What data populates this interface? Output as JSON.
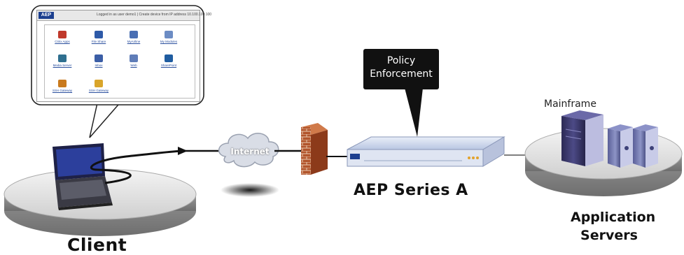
{
  "labels": {
    "client": "Client",
    "aep_series": "AEP Series A",
    "application_servers_line1": "Application",
    "application_servers_line2": "Servers",
    "mainframe": "Mainframe",
    "policy_line1": "Policy",
    "policy_line2": "Enforcement",
    "internet": "Internet"
  },
  "portal_screen": {
    "logo": "AEP",
    "header_text": "Logged in as user demo1 | Create device from IP address 10.100.100.100",
    "apps": [
      {
        "label": "Citrix Apps",
        "color": "#c0392b"
      },
      {
        "label": "File Share",
        "color": "#2e5aa8"
      },
      {
        "label": "MyAirline",
        "color": "#4a6fb3"
      },
      {
        "label": "My Modules",
        "color": "#6c8cc4"
      },
      {
        "label": "Media Server",
        "color": "#2f6f8f"
      },
      {
        "label": "Inbox",
        "color": "#3b5ea6"
      },
      {
        "label": "Web",
        "color": "#5f7db8"
      },
      {
        "label": "SharePoint",
        "color": "#1f5ca0"
      },
      {
        "label": "SSH Gateway",
        "color": "#c97a1e"
      },
      {
        "label": "SSH Gateway",
        "color": "#d9a52b"
      }
    ]
  }
}
